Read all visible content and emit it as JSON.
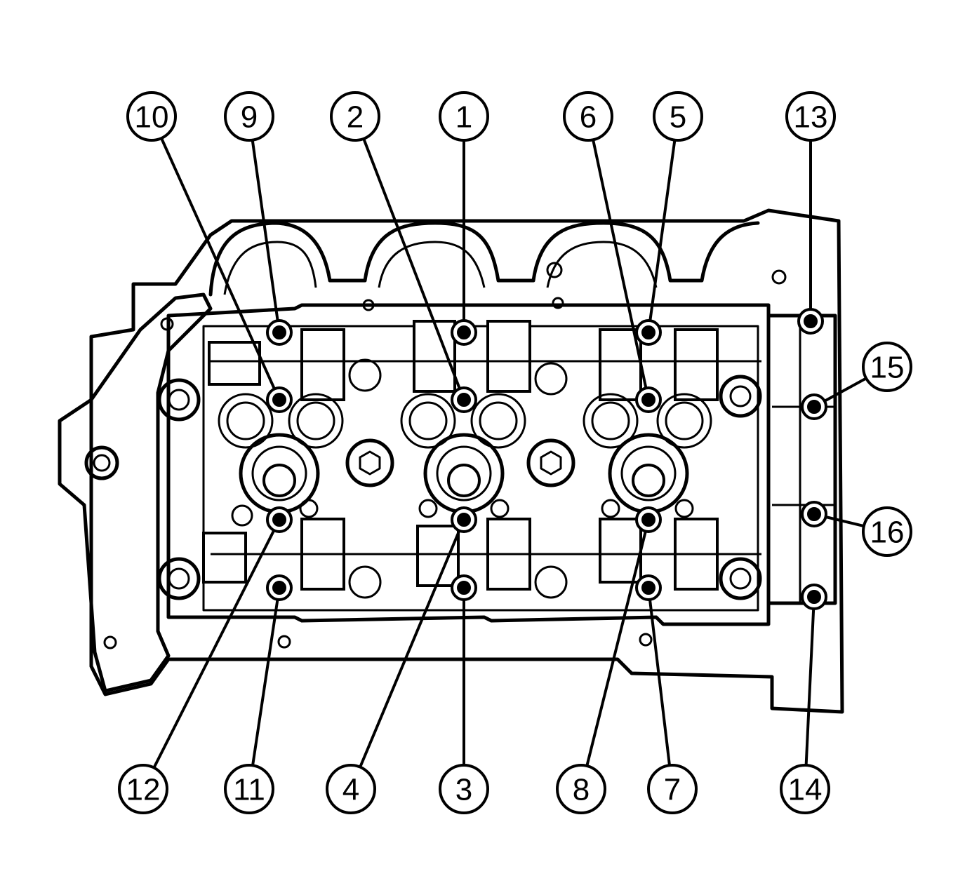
{
  "callouts": [
    {
      "label": "10",
      "circle": [
        216,
        166
      ],
      "bolt": [
        398,
        570
      ]
    },
    {
      "label": "9",
      "circle": [
        355,
        166
      ],
      "bolt": [
        398,
        474
      ]
    },
    {
      "label": "2",
      "circle": [
        506,
        166
      ],
      "bolt": [
        661,
        570
      ]
    },
    {
      "label": "1",
      "circle": [
        661,
        166
      ],
      "bolt": [
        661,
        474
      ]
    },
    {
      "label": "6",
      "circle": [
        838,
        166
      ],
      "bolt": [
        924,
        570
      ]
    },
    {
      "label": "5",
      "circle": [
        966,
        166
      ],
      "bolt": [
        924,
        474
      ]
    },
    {
      "label": "13",
      "circle": [
        1155,
        166
      ],
      "bolt": [
        1155,
        458
      ]
    },
    {
      "label": "15",
      "circle": [
        1264,
        523
      ],
      "bolt": [
        1160,
        580
      ]
    },
    {
      "label": "16",
      "circle": [
        1264,
        758
      ],
      "bolt": [
        1160,
        733
      ]
    },
    {
      "label": "12",
      "circle": [
        204,
        1125
      ],
      "bolt": [
        398,
        741
      ]
    },
    {
      "label": "11",
      "circle": [
        355,
        1125
      ],
      "bolt": [
        398,
        838
      ]
    },
    {
      "label": "4",
      "circle": [
        500,
        1125
      ],
      "bolt": [
        661,
        741
      ]
    },
    {
      "label": "3",
      "circle": [
        661,
        1125
      ],
      "bolt": [
        661,
        838
      ]
    },
    {
      "label": "8",
      "circle": [
        828,
        1125
      ],
      "bolt": [
        924,
        741
      ]
    },
    {
      "label": "7",
      "circle": [
        958,
        1125
      ],
      "bolt": [
        924,
        838
      ]
    },
    {
      "label": "14",
      "circle": [
        1147,
        1125
      ],
      "bolt": [
        1160,
        851
      ]
    }
  ]
}
